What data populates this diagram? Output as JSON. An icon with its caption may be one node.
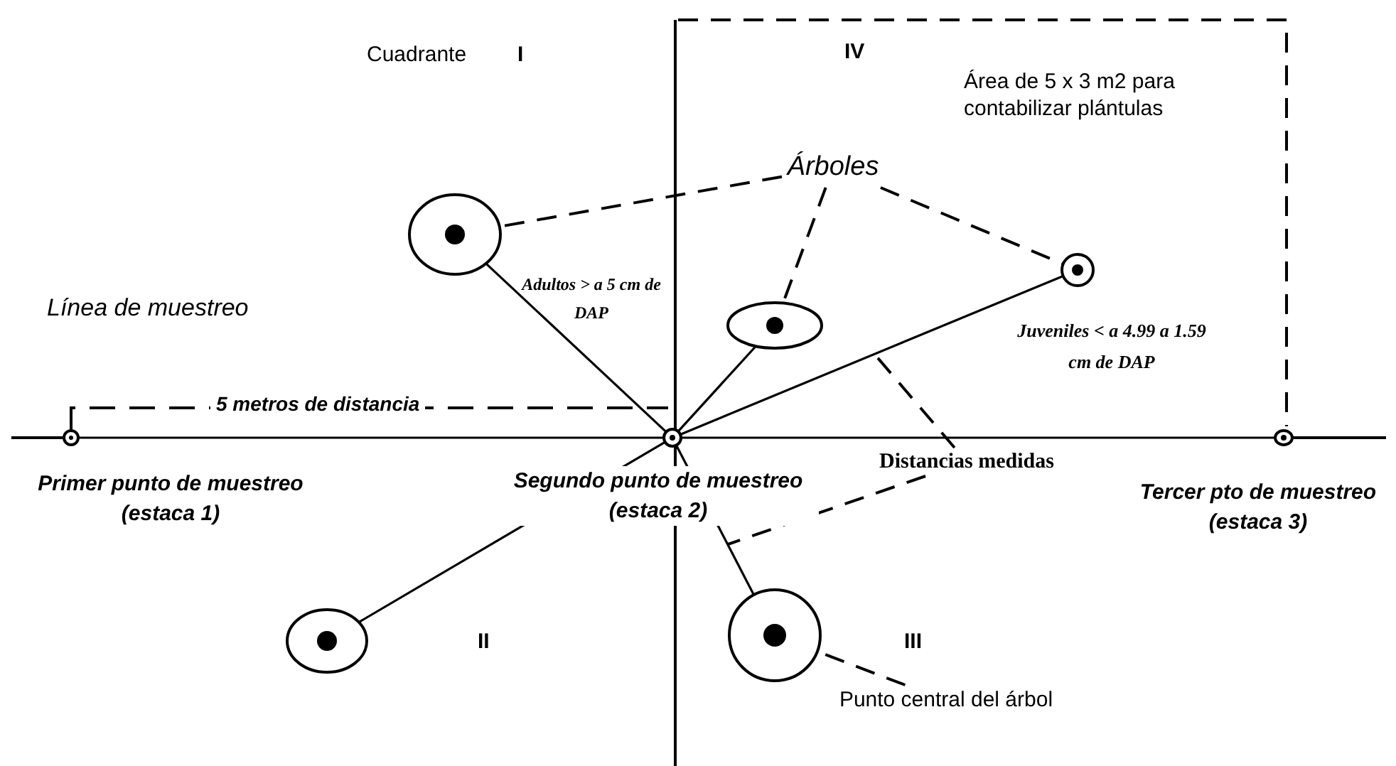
{
  "diagram": {
    "nodes": [
      {
        "text": [
          "Árboles"
        ]
      },
      {
        "text": [],
        "shape": "circle"
      },
      {
        "text": [],
        "shape": "circle"
      },
      {
        "text": [],
        "shape": "circle"
      },
      {
        "text": [],
        "shape": "circle",
        "beside": [
          "Primer punto de muestreo (estaca 1)"
        ]
      },
      {
        "text": [],
        "shape": "circle",
        "beside": [
          "Segundo punto de muestreo (estaca 2)"
        ]
      },
      {
        "text": [],
        "shape": "circle",
        "beside": [
          "Tercer pto de muestreo (estaca 3)"
        ]
      },
      {
        "text": [
          "Distancias medidas"
        ]
      },
      {
        "text": [],
        "shape": "circle"
      },
      {
        "text": [],
        "shape": "circle"
      },
      {
        "text": [
          "Punto central del árbol"
        ]
      }
    ],
    "edges": [
      {
        "from": 4,
        "to": 5,
        "arrow": "none"
      },
      {
        "from": 5,
        "to": 6,
        "arrow": "none"
      },
      {
        "from": 5,
        "to": 1,
        "arrow": "none"
      },
      {
        "from": 5,
        "to": 2,
        "arrow": "none"
      },
      {
        "from": 5,
        "to": 3,
        "arrow": "none"
      },
      {
        "from": 5,
        "to": 8,
        "arrow": "none"
      },
      {
        "from": 5,
        "to": 9,
        "arrow": "none"
      },
      {
        "from": 0,
        "to": 1,
        "arrow": "none",
        "style": "dashed"
      },
      {
        "from": 0,
        "to": 2,
        "arrow": "none",
        "style": "dashed"
      },
      {
        "from": 0,
        "to": 3,
        "arrow": "none",
        "style": "dashed"
      },
      {
        "from": 7,
        "to": null,
        "arrow": "none",
        "style": "dashed"
      },
      {
        "from": 7,
        "to": null,
        "arrow": "none",
        "style": "dashed"
      },
      {
        "from": 10,
        "to": 9,
        "arrow": "none",
        "style": "dashed"
      }
    ],
    "labels": [
      "Cuadrante",
      "I",
      "IV",
      "Área de 5 x 3 m2 para contabilizar plántulas",
      "Línea de muestreo",
      "Adultos > a 5 cm de DAP",
      "Juveniles < a 4.99 a 1.59 cm de DAP",
      "5 metros de distancia",
      "II",
      "III"
    ]
  }
}
